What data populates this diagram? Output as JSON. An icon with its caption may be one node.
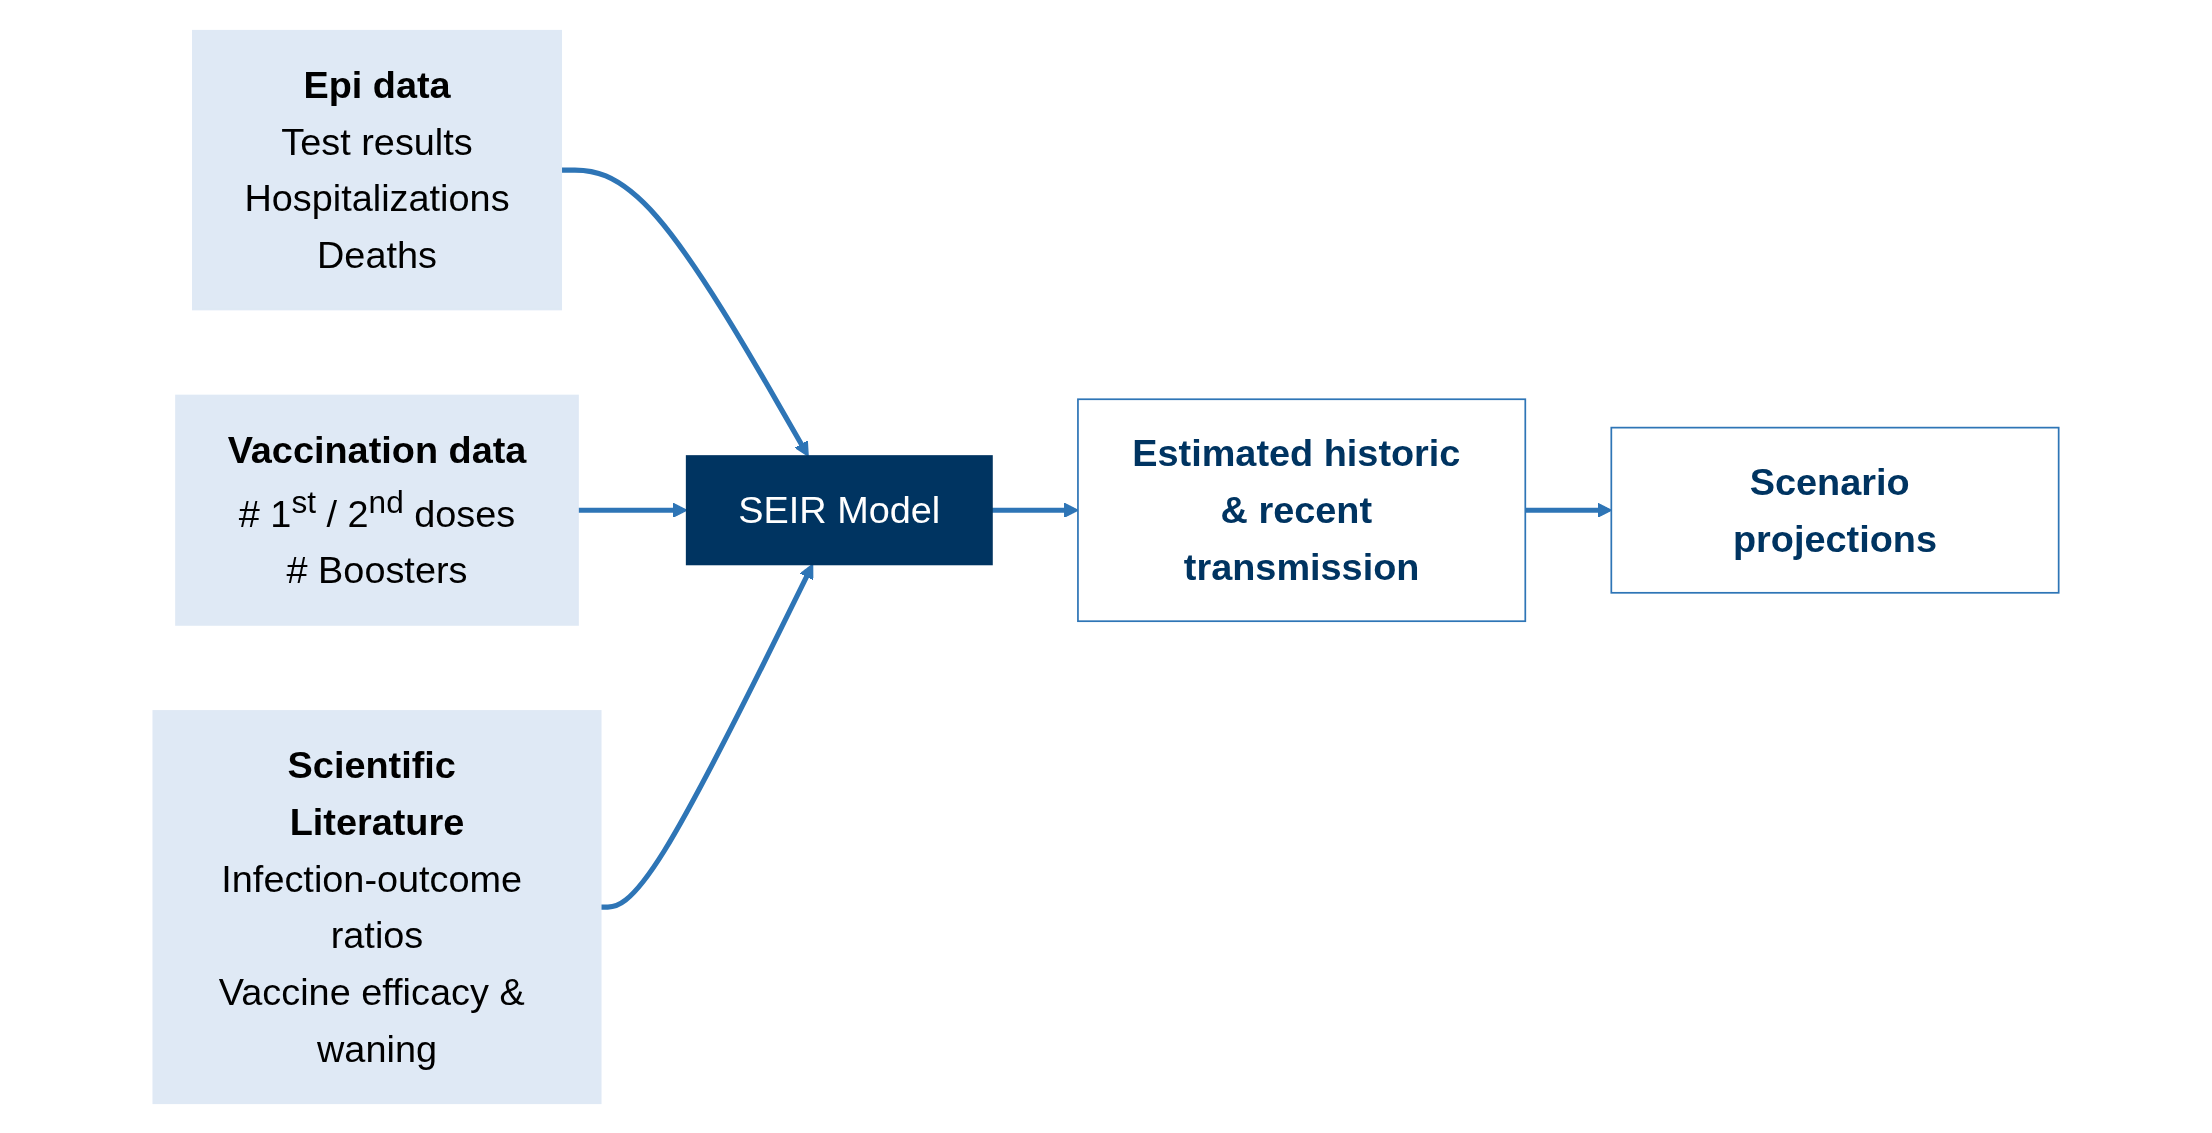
{
  "diagram": {
    "nodes": [
      {
        "text": [
          "Epi data",
          "Test results",
          "Hospitalizations",
          "Deaths"
        ]
      },
      {
        "text": [
          "Vaccination data",
          "# 1$^{st}$ / 2$^{nd}$ doses",
          "# Boosters"
        ]
      },
      {
        "text": [
          "Scientific Literature",
          "Infection-outcome ratios",
          "Vaccine efficacy & waning"
        ]
      },
      {
        "text": [
          "SEIR Model"
        ]
      },
      {
        "text": [
          "Estimated historic & recent transmission"
        ]
      },
      {
        "text": [
          "Scenario projections"
        ]
      }
    ],
    "edges": [
      {
        "from": 0,
        "to": 3,
        "arrow": "to"
      },
      {
        "from": 1,
        "to": 3,
        "arrow": "to"
      },
      {
        "from": 2,
        "to": 3,
        "arrow": "to"
      },
      {
        "from": 3,
        "to": 4,
        "arrow": "to"
      },
      {
        "from": 4,
        "to": 5,
        "arrow": "to"
      }
    ]
  }
}
